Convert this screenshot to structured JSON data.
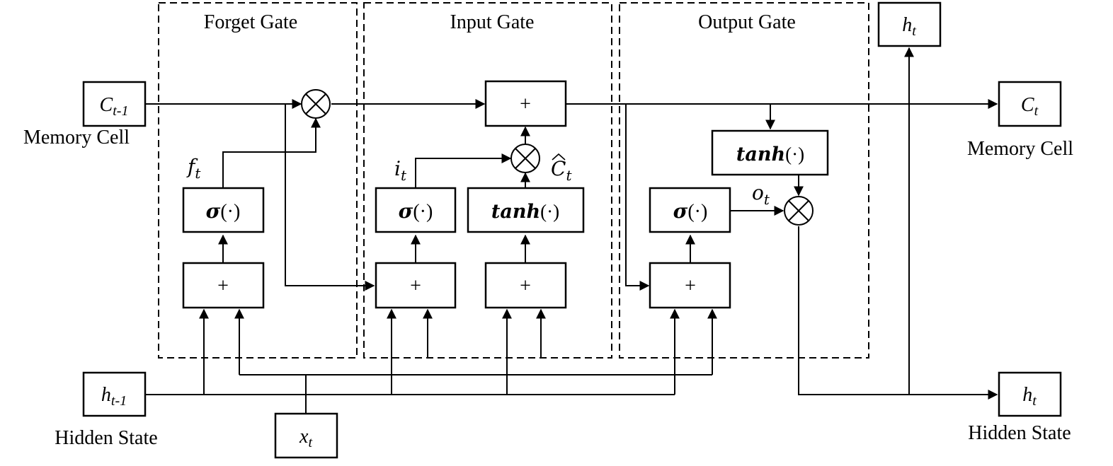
{
  "gates": {
    "forget": "Forget Gate",
    "input": "Input Gate",
    "output": "Output Gate"
  },
  "io": {
    "c_prev": {
      "base": "C",
      "sub": "t-1"
    },
    "c_prev_caption": "Memory Cell",
    "c_next": {
      "base": "C",
      "sub": "t"
    },
    "c_next_caption": "Memory Cell",
    "h_prev": {
      "base": "h",
      "sub": "t-1"
    },
    "h_prev_caption": "Hidden State",
    "h_next": {
      "base": "h",
      "sub": "t"
    },
    "h_next_caption": "Hidden State",
    "h_top": {
      "base": "h",
      "sub": "t"
    },
    "x_in": {
      "base": "x",
      "sub": "t"
    }
  },
  "ops": {
    "plus": "+",
    "sigma": "σ",
    "tanh": "tanh",
    "arg": "(·)"
  },
  "signals": {
    "f": {
      "base": "f",
      "sub": "t"
    },
    "i": {
      "base": "i",
      "sub": "t"
    },
    "c_hat": {
      "base": "C",
      "sub": "t"
    },
    "o": {
      "base": "o",
      "sub": "t"
    }
  }
}
